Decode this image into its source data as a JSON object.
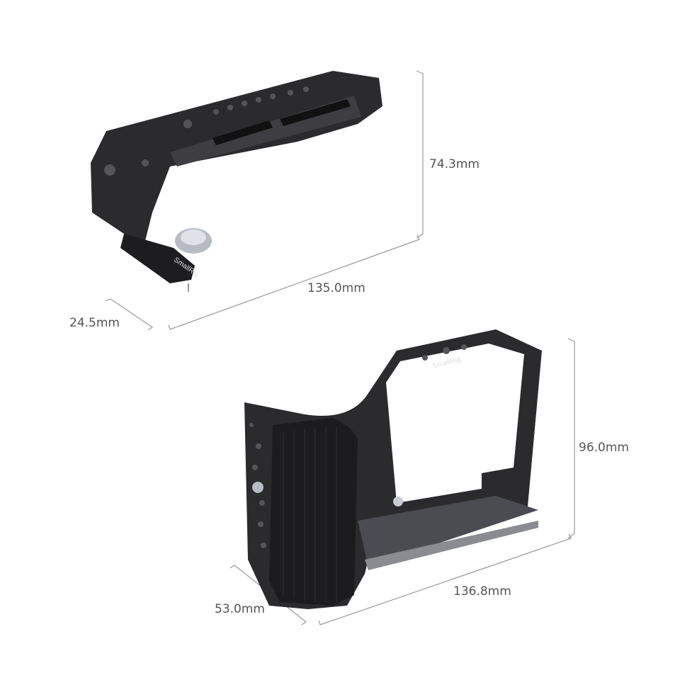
{
  "handle": {
    "brand": "SmallRig",
    "dimensions": {
      "height": "74.3mm",
      "length": "135.0mm",
      "width": "24.5mm"
    }
  },
  "cage": {
    "brand": "SmallRig",
    "dimensions": {
      "height": "96.0mm",
      "length": "136.8mm",
      "depth": "53.0mm"
    }
  },
  "colors": {
    "dimension_line": "#9a9a9a",
    "product": "#2a2a2c",
    "text": "#555555"
  }
}
